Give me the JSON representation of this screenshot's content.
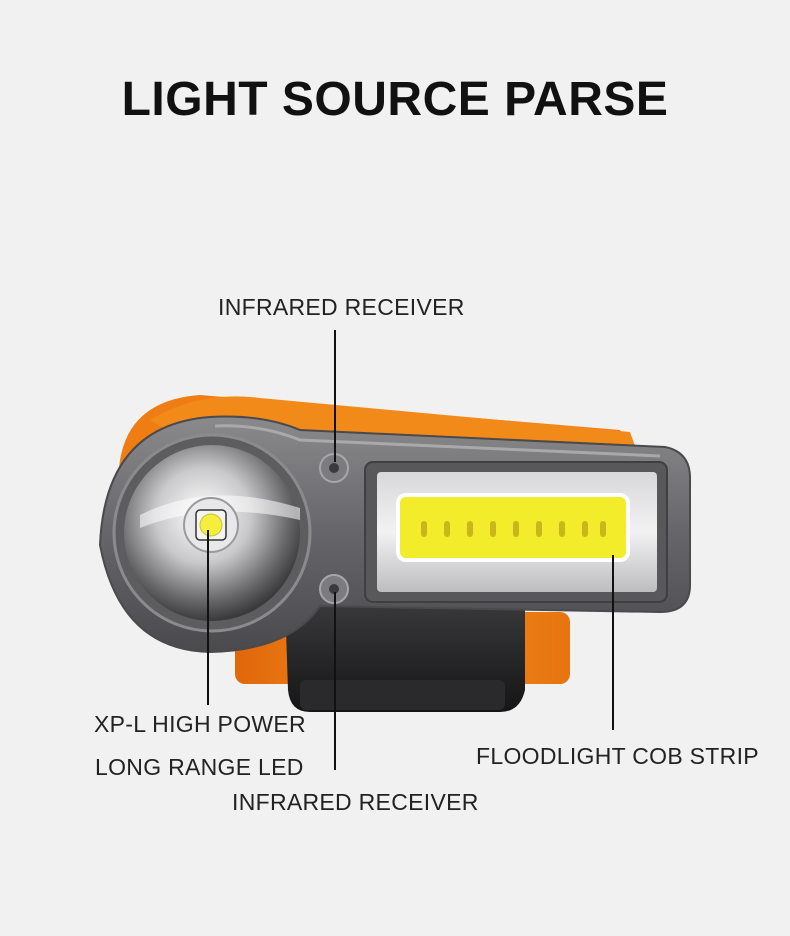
{
  "title": "LIGHT SOURCE PARSE",
  "labels": {
    "infrared_top": "INFRARED RECEIVER",
    "xpl_line1": "XP-L HIGH POWER",
    "xpl_line2": "LONG RANGE LED",
    "infrared_bottom": "INFRARED RECEIVER",
    "floodlight": "FLOODLIGHT COB STRIP"
  },
  "colors": {
    "background": "#f1f1f1",
    "housing_orange": "#f07d14",
    "body_gray": "#6e6e70",
    "cob_yellow": "#f2ec2a",
    "text": "#111111"
  }
}
